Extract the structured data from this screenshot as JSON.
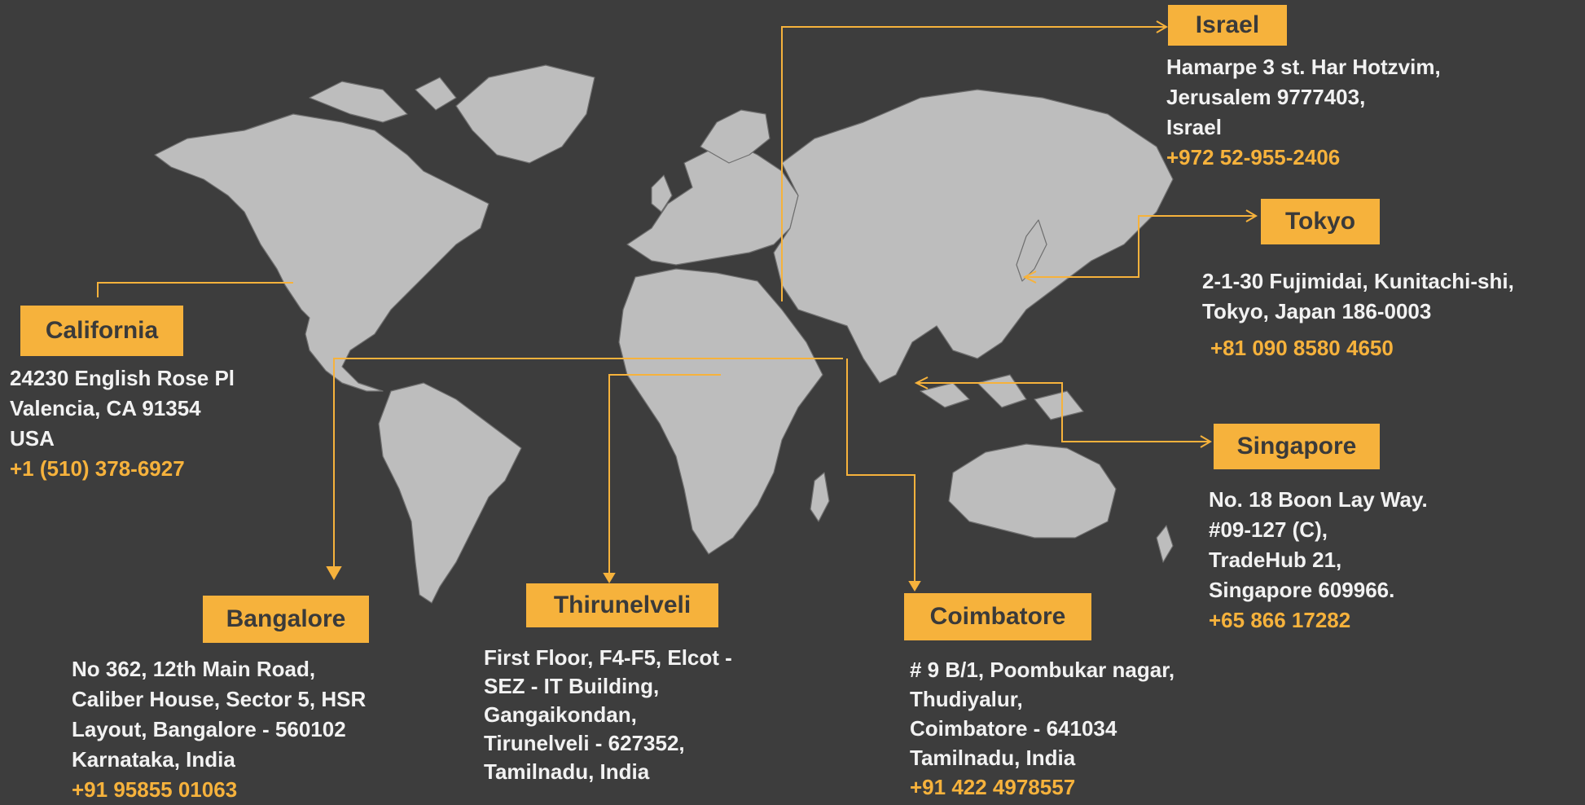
{
  "colors": {
    "background": "#3d3d3d",
    "land": "#bdbdbd",
    "accent": "#f6b23c",
    "text": "#f2f2f2"
  },
  "offices": [
    {
      "id": "israel",
      "name": "Israel",
      "address": [
        "Hamarpe 3 st. Har Hotzvim,",
        "Jerusalem 9777403,",
        "Israel"
      ],
      "phone": "+972 52-955-2406"
    },
    {
      "id": "tokyo",
      "name": "Tokyo",
      "address": [
        "2-1-30 Fujimidai, Kunitachi-shi,",
        "Tokyo, Japan 186-0003"
      ],
      "phone": "+81 090 8580 4650"
    },
    {
      "id": "california",
      "name": "California",
      "address": [
        "24230 English Rose Pl",
        "Valencia, CA 91354",
        "USA"
      ],
      "phone": "+1 (510) 378-6927"
    },
    {
      "id": "singapore",
      "name": "Singapore",
      "address": [
        "No. 18 Boon Lay Way.",
        "#09-127 (C),",
        "TradeHub 21,",
        "Singapore 609966."
      ],
      "phone": "+65 866 17282"
    },
    {
      "id": "bangalore",
      "name": "Bangalore",
      "address": [
        "No 362, 12th Main Road,",
        "Caliber House, Sector 5, HSR",
        "Layout, Bangalore - 560102",
        "Karnataka, India"
      ],
      "phone": "+91 95855 01063"
    },
    {
      "id": "thirunelveli",
      "name": "Thirunelveli",
      "address": [
        "First Floor, F4-F5, Elcot -",
        "SEZ - IT Building,",
        "Gangaikondan,",
        "Tirunelveli - 627352,",
        "Tamilnadu, India"
      ],
      "phone": ""
    },
    {
      "id": "coimbatore",
      "name": "Coimbatore",
      "address": [
        "# 9 B/1, Poombukar nagar,",
        "Thudiyalur,",
        "Coimbatore - 641034",
        "Tamilnadu, India"
      ],
      "phone": "+91 422 4978557"
    }
  ]
}
